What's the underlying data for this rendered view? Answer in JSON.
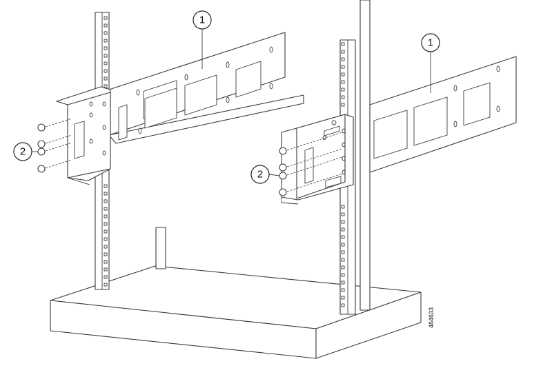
{
  "callouts": {
    "left_rail": "1",
    "right_rail": "1",
    "left_screws": "2",
    "right_screws": "2"
  },
  "figure_id": "464633",
  "colors": {
    "line": "#3a3a3a",
    "fill": "#ffffff"
  }
}
